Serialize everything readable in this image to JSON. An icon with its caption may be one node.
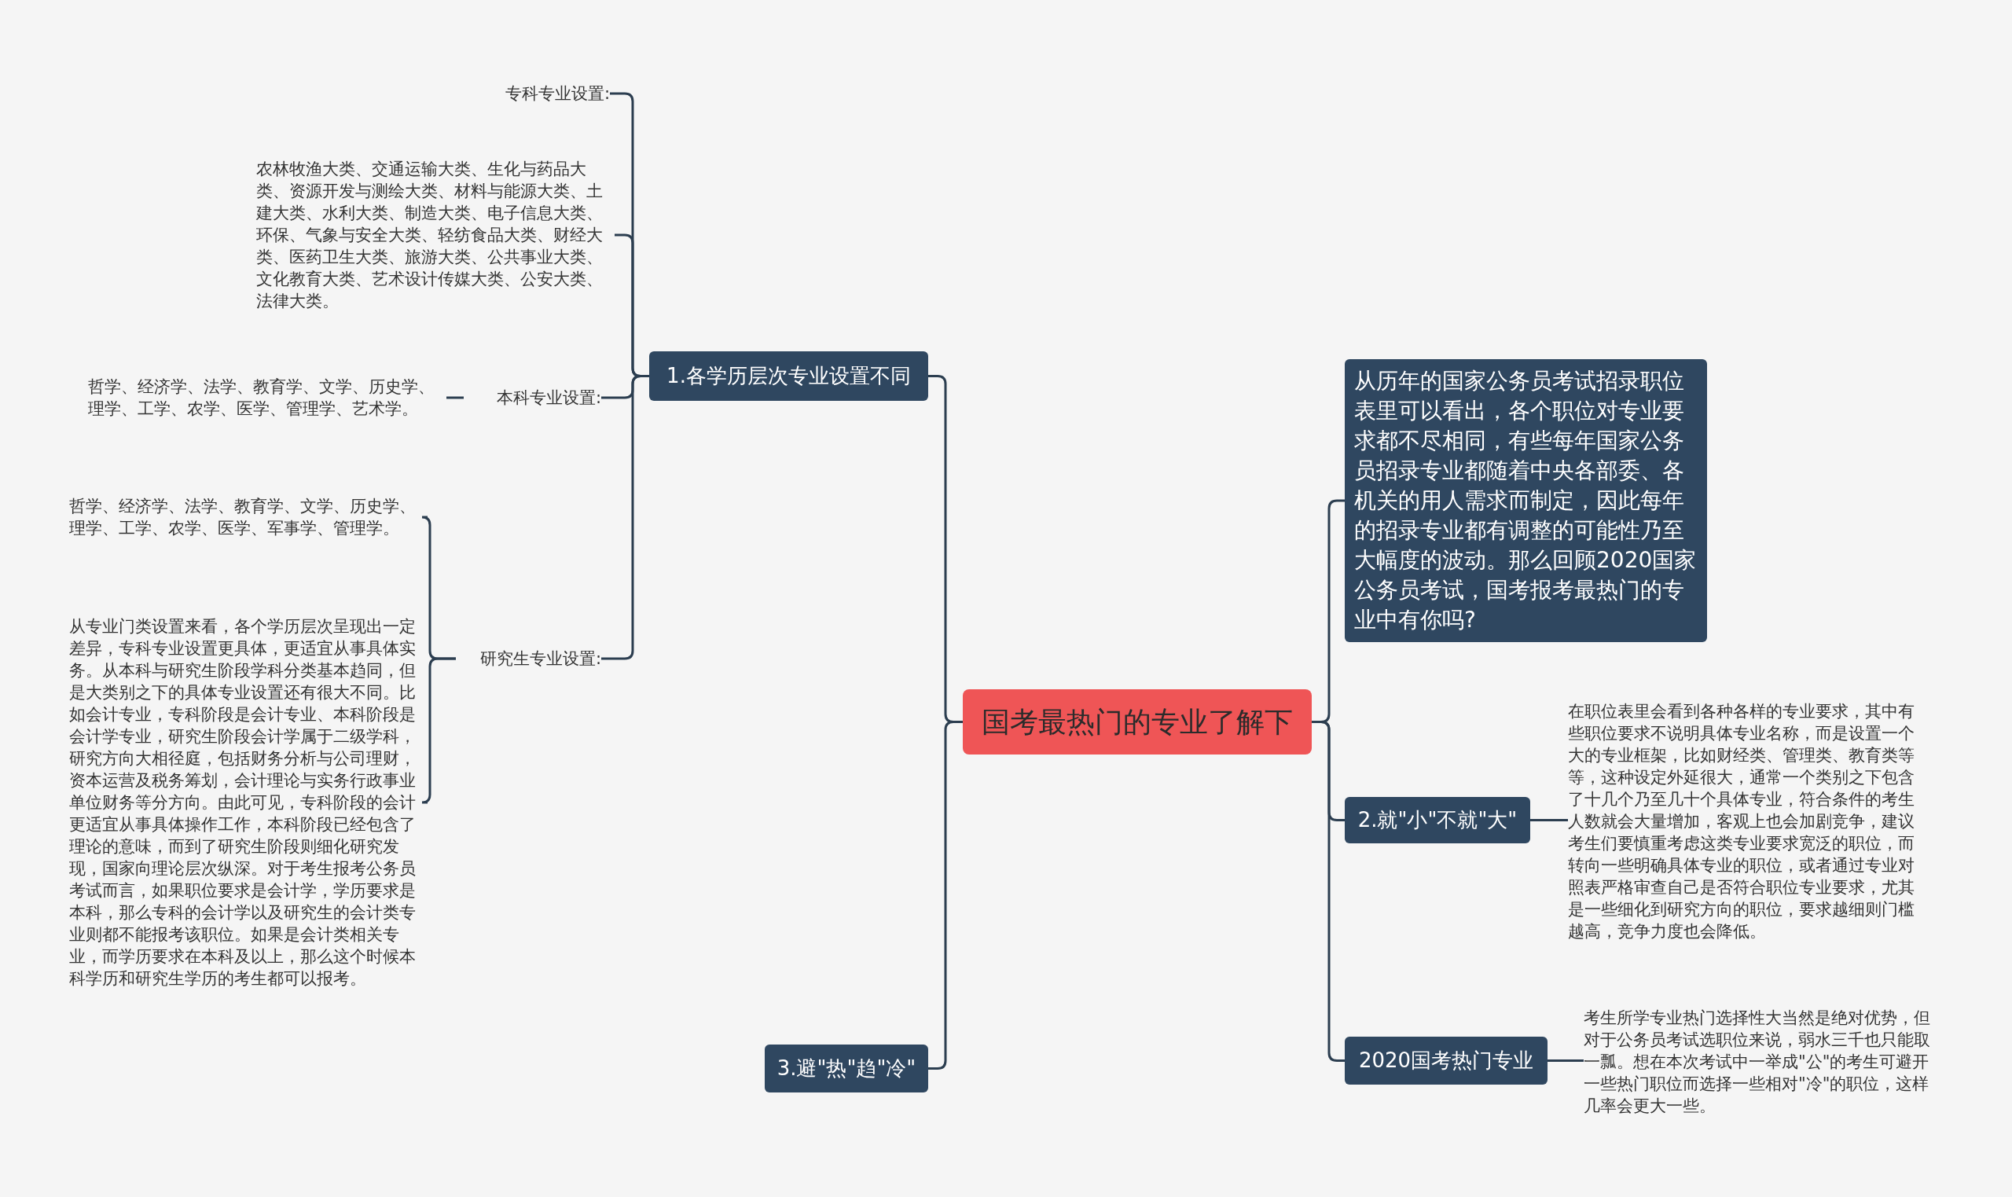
{
  "diagram": {
    "nodes": [
      {
        "text": [
          "国考最热门的专业了解下"
        ]
      },
      {
        "text": [
          "1.各学历层次专业设置不同"
        ]
      },
      {
        "text": [
          "专科专业设置:"
        ]
      },
      {
        "text": [
          "农林牧渔大类、交通运输大类、生化与药品大类、资源开发与测绘大类、材料与能源大类、土建大类、水利大类、制造大类、电子信息大类、环保、气象与安全大类、轻纺食品大类、财经大类、医药卫生大类、旅游大类、公共事业大类、文化教育大类、艺术设计传媒大类、公安大类、法律大类。"
        ]
      },
      {
        "text": [
          "本科专业设置:"
        ]
      },
      {
        "text": [
          "哲学、经济学、法学、教育学、文学、历史学、理学、工学、农学、医学、管理学、艺术学。"
        ]
      },
      {
        "text": [
          "研究生专业设置:"
        ]
      },
      {
        "text": [
          "哲学、经济学、法学、教育学、文学、历史学、理学、工学、农学、医学、军事学、管理学。"
        ]
      },
      {
        "text": [
          "从专业门类设置来看，各个学历层次呈现出一定差异，专科专业设置更具体，更适宜从事具体实务。从本科与研究生阶段学科分类基本趋同，但是大类别之下的具体专业设置还有很大不同。比如会计专业，专科阶段是会计专业、本科阶段是会计学专业，研究生阶段会计学属于二级学科，研究方向大相径庭，包括财务分析与公司理财，资本运营及税务筹划，会计理论与实务行政事业单位财务等分方向。由此可见，专科阶段的会计更适宜从事具体操作工作，本科阶段已经包含了理论的意味，而到了研究生阶段则细化研究发现，国家向理论层次纵深。对于考生报考公务员考试而言，如果职位要求是会计学，学历要求是本科，那么专科的会计学以及研究生的会计类专业则都不能报考该职位。如果是会计类相关专业，而学历要求在本科及以上，那么这个时候本科学历和研究生学历的考生都可以报考。"
        ]
      },
      {
        "text": [
          "3.避\"热\"趋\"冷\""
        ]
      },
      {
        "text": [
          "从历年的国家公务员考试招录职位表里可以看出，各个职位对专业要求都不尽相同，有些每年国家公务员招录专业都随着中央各部委、各机关的用人需求而制定，因此每年的招录专业都有调整的可能性乃至大幅度的波动。那么回顾2020国家公务员考试，国考报考最热门的专业中有你吗?"
        ]
      },
      {
        "text": [
          "2.就\"小\"不就\"大\""
        ]
      },
      {
        "text": [
          "在职位表里会看到各种各样的专业要求，其中有些职位要求不说明具体专业名称，而是设置一个大的专业框架，比如财经类、管理类、教育类等等，这种设定外延很大，通常一个类别之下包含了十几个乃至几十个具体专业，符合条件的考生人数就会大量增加，客观上也会加剧竞争，建议考生们要慎重考虑这类专业要求宽泛的职位，而转向一些明确具体专业的职位，或者通过专业对照表严格审查自己是否符合职位专业要求，尤其是一些细化到研究方向的职位，要求越细则门槛越高，竞争力度也会降低。"
        ]
      },
      {
        "text": [
          "2020国考热门专业"
        ]
      },
      {
        "text": [
          "考生所学专业热门选择性大当然是绝对优势，但对于公务员考试选职位来说，弱水三千也只能取一瓢。想在本次考试中一举成\"公\"的考生可避开一些热门职位而选择一些相对\"冷\"的职位，这样几率会更大一些。"
        ]
      }
    ],
    "edges": [
      {
        "from": 0,
        "to": 1,
        "arrow": "none"
      },
      {
        "from": 0,
        "to": 9,
        "arrow": "none"
      },
      {
        "from": 0,
        "to": 10,
        "arrow": "none"
      },
      {
        "from": 0,
        "to": 11,
        "arrow": "none"
      },
      {
        "from": 0,
        "to": 13,
        "arrow": "none"
      },
      {
        "from": 1,
        "to": 2,
        "arrow": "none"
      },
      {
        "from": 1,
        "to": 3,
        "arrow": "none"
      },
      {
        "from": 1,
        "to": 4,
        "arrow": "none"
      },
      {
        "from": 1,
        "to": 6,
        "arrow": "none"
      },
      {
        "from": 4,
        "to": 5,
        "arrow": "none"
      },
      {
        "from": 6,
        "to": 7,
        "arrow": "none"
      },
      {
        "from": 6,
        "to": 8,
        "arrow": "none"
      },
      {
        "from": 11,
        "to": 12,
        "arrow": "none"
      },
      {
        "from": 13,
        "to": 14,
        "arrow": "none"
      }
    ]
  }
}
